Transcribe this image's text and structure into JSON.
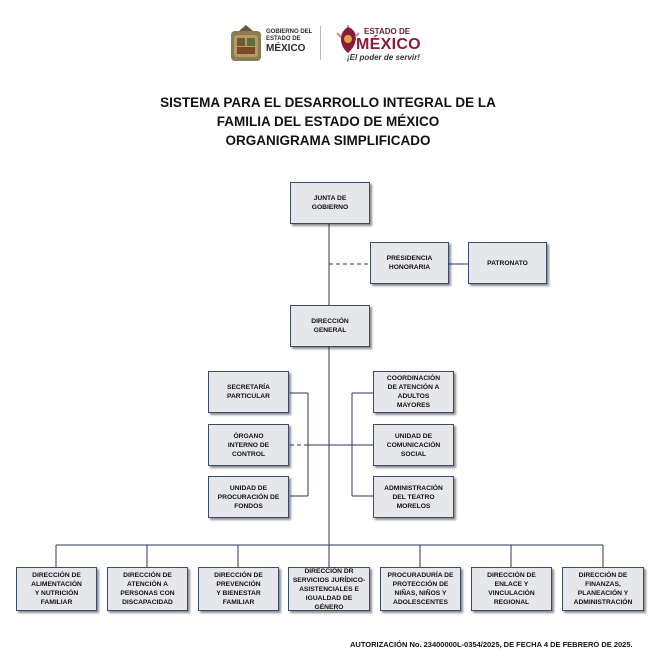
{
  "header": {
    "gov_logo": {
      "line1": "GOBIERNO DEL",
      "line2": "ESTADO DE",
      "line3": "MÉXICO",
      "icon": "state-coat-of-arms"
    },
    "estado_logo": {
      "line1": "ESTADO DE",
      "line2": "MÉXICO",
      "slogan": "¡El poder de servir!",
      "icon": "estado-de-mexico-emblem"
    }
  },
  "title": {
    "line1": "SISTEMA PARA EL DESARROLLO INTEGRAL DE LA",
    "line2": "FAMILIA DEL ESTADO DE MÉXICO",
    "line3": "ORGANIGRAMA SIMPLIFICADO"
  },
  "org": {
    "junta": "JUNTA DE\nGOBIERNO",
    "presidencia": "PRESIDENCIA\nHONORARIA",
    "patronato": "PATRONATO",
    "direccion_general": "DIRECCIÓN\nGENERAL",
    "secretaria": "SECRETARÍA\nPARTICULAR",
    "organo": "ÓRGANO\nINTERNO DE\nCONTROL",
    "procuracion": "UNIDAD DE\nPROCURACIÓN DE\nFONDOS",
    "coordinacion": "COORDINACIÓN\nDE ATENCIÓN A\nADULTOS\nMAYORES",
    "comunicacion": "UNIDAD DE\nCOMUNICACIÓN\nSOCIAL",
    "teatro": "ADMINISTRACIÓN\nDEL TEATRO\nMORELOS",
    "bottom": [
      "DIRECCIÓN DE\nALIMENTACIÓN\nY NUTRICIÓN\nFAMILIAR",
      "DIRECCIÓN DE\nATENCIÓN A\nPERSONAS CON\nDISCAPACIDAD",
      "DIRECCIÓN DE\nPREVENCIÓN\nY BIENESTAR\nFAMILIAR",
      "DIRECCIÓN DR\nSERVICIOS JURÍDICO-\nASISTENCIALES E\nIGUALDAD DE GÉNERO",
      "PROCURADURÍA DE\nPROTECCIÓN DE\nNIÑAS, NIÑOS Y\nADOLESCENTES",
      "DIRECCIÓN DE\nENLACE Y\nVINCULACIÓN\nREGIONAL",
      "DIRECCIÓN DE\nFINANZAS,\nPLANEACIÓN Y\nADMINISTRACIÓN"
    ]
  },
  "footer": "AUTORIZACIÓN No. 23400000L-0354/2025, DE FECHA 4 DE FEBRERO DE 2025.",
  "colors": {
    "box_fill": "#e6e7ea",
    "box_border": "#3c4a6a",
    "line": "#2a3a5a",
    "brand": "#8a1c3a"
  }
}
